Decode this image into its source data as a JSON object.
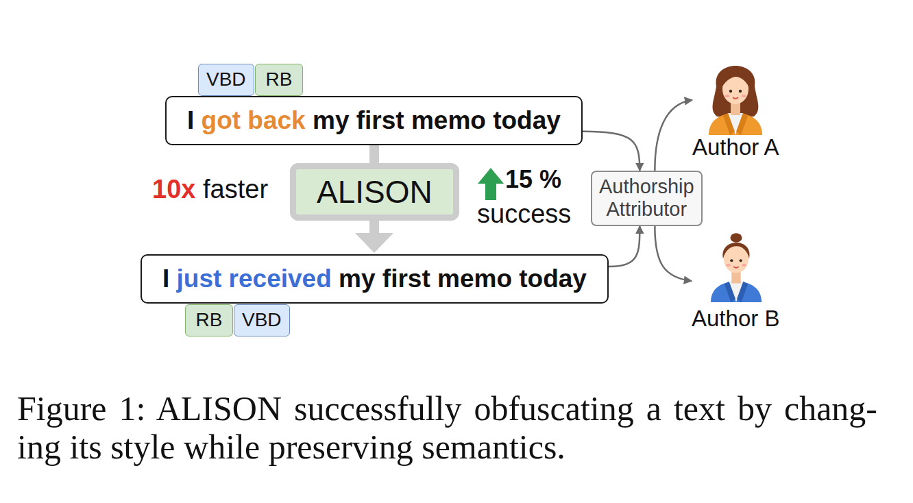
{
  "diagram": {
    "caption": "Figure 1: ALISON successfully obfuscating a text by chang- ing its style while preserving semantics.",
    "nodes": [
      {
        "text": [
          "VBD"
        ]
      },
      {
        "text": [
          "RB"
        ]
      },
      {
        "text": [
          "I",
          "got back",
          "my first memo today"
        ]
      },
      {
        "text": [
          "Author A"
        ]
      },
      {
        "text": [
          "ALISON"
        ]
      },
      {
        "text": [
          "Authorship Attributor"
        ]
      },
      {
        "text": [
          "I",
          "just received",
          "my first memo today"
        ]
      },
      {
        "text": [
          "RB"
        ]
      },
      {
        "text": [
          "VBD"
        ]
      },
      {
        "text": [
          "Author B"
        ]
      }
    ],
    "edges": [
      {
        "from": 2,
        "to": 4,
        "arrow": "none"
      },
      {
        "from": 4,
        "to": 6,
        "arrow": "to"
      },
      {
        "from": 2,
        "to": 5,
        "arrow": "to"
      },
      {
        "from": 6,
        "to": 5,
        "arrow": "to"
      },
      {
        "from": 5,
        "to": 3,
        "arrow": "to"
      },
      {
        "from": 5,
        "to": 9,
        "arrow": "to"
      }
    ],
    "labels": [
      "10x",
      "faster",
      "15 %",
      "success"
    ]
  }
}
